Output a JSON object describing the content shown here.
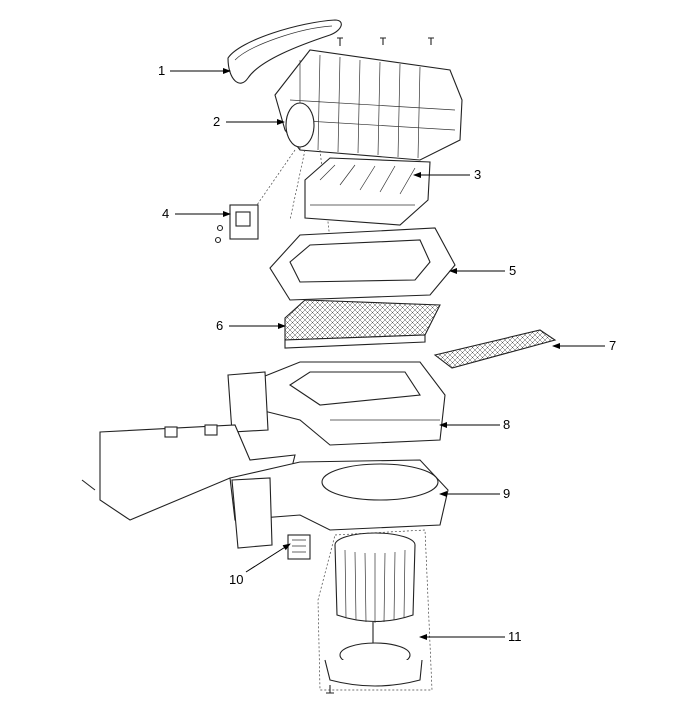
{
  "diagram": {
    "type": "exploded-parts-view",
    "callouts": [
      {
        "number": "1"
      },
      {
        "number": "2"
      },
      {
        "number": "3"
      },
      {
        "number": "4"
      },
      {
        "number": "5"
      },
      {
        "number": "6"
      },
      {
        "number": "7"
      },
      {
        "number": "8"
      },
      {
        "number": "9"
      },
      {
        "number": "10"
      },
      {
        "number": "11"
      }
    ]
  }
}
